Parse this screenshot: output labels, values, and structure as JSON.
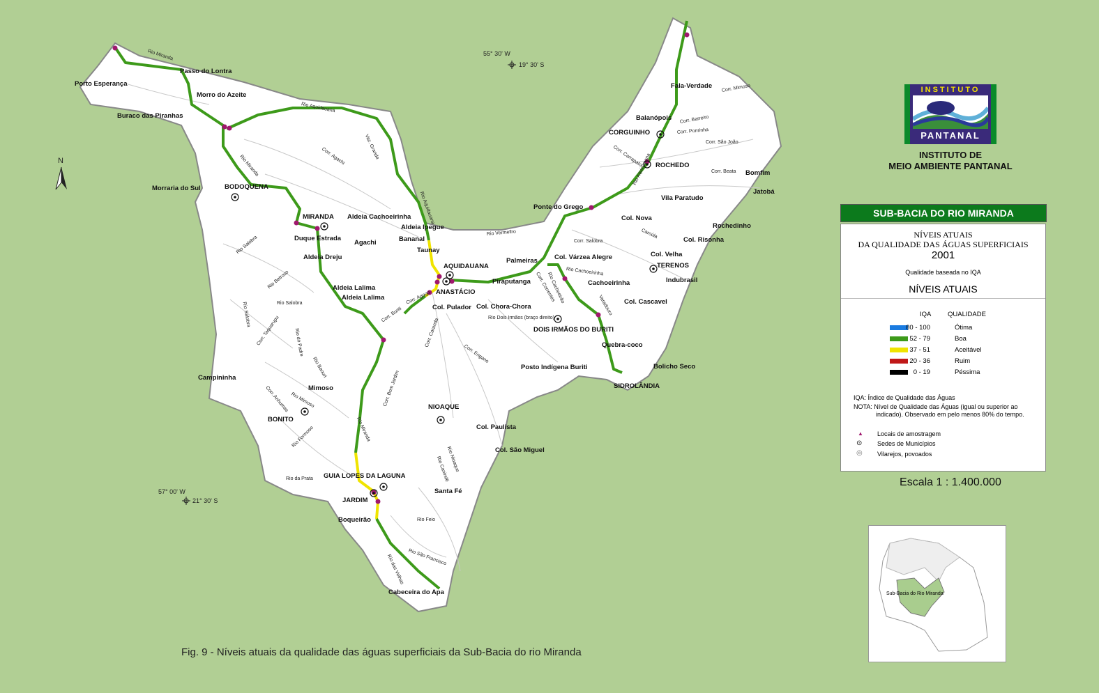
{
  "header": {
    "org_logo_top": "INSTITUTO",
    "org_logo_bottom": "PANTANAL",
    "org_name_line1": "INSTITUTO DE",
    "org_name_line2": "MEIO AMBIENTE PANTANAL"
  },
  "legend": {
    "title": "SUB-BACIA DO RIO MIRANDA",
    "subtitle_line1": "NÍVEIS ATUAIS",
    "subtitle_line2": "DA QUALIDADE DAS ÁGUAS SUPERFICIAIS",
    "year": "2001",
    "basis": "Qualidade baseada no IQA",
    "section": "NÍVEIS ATUAIS",
    "col_iqa": "IQA",
    "col_quality": "QUALIDADE",
    "classes": [
      {
        "range": "80 - 100",
        "label": "Ótima",
        "color": "#1a7be0"
      },
      {
        "range": "52 - 79",
        "label": "Boa",
        "color": "#3d9a1a"
      },
      {
        "range": "37 - 51",
        "label": "Aceitável",
        "color": "#f0e400"
      },
      {
        "range": "20 - 36",
        "label": "Ruim",
        "color": "#c01818"
      },
      {
        "range": "0 - 19",
        "label": "Péssima",
        "color": "#000000"
      }
    ],
    "iqa_note": "IQA: Índice de Qualidade das Águas",
    "nota_line1": "NOTA: Nível de Qualidade das Águas (igual ou superior ao",
    "nota_line2": "indicado). Observado em pelo menos 80% do tempo.",
    "symbols": [
      {
        "label": "Locais de amostragem"
      },
      {
        "label": "Sedes de Municípios"
      },
      {
        "label": "Vilarejos, povoados"
      }
    ]
  },
  "scale": "Escala 1 : 1.400.000",
  "inset_label": "Sub-Bacia do Rio Miranda",
  "caption": "Fig. 9 - Níveis atuais da qualidade das águas superficiais da Sub-Bacia do rio Miranda",
  "north": "N",
  "coords": {
    "lon1": "55° 30' W",
    "lat1": "19° 30' S",
    "lon2": "57° 00' W",
    "lat2": "21° 30' S"
  },
  "places": [
    "Passo do Lontra",
    "Porto Esperança",
    "Morro do Azeite",
    "Buraco das Piranhas",
    "Morraria do Sul",
    "BODOQUENA",
    "MIRANDA",
    "Duque Estrada",
    "Aldeia Cachoeirinha",
    "Aldeia Ipegue",
    "Agachi",
    "Bananal",
    "Taunay",
    "Aldeia Dreju",
    "AQUIDAUANA",
    "Aldeia Lalima",
    "Aldeia Lalima",
    "ANASTÁCIO",
    "Piraputanga",
    "Palmeiras",
    "Col. Pulador",
    "Col. Chora-Chora",
    "Col. Várzea Alegre",
    "Cachoeirinha",
    "Col. Cascavel",
    "DOIS IRMÃOS DO BURITI",
    "Quebra-coco",
    "Posto Indígena Buriti",
    "SIDROLÂNDIA",
    "Bolicho Seco",
    "Indubrasil",
    "TERENOS",
    "Col. Velha",
    "Col. Risonha",
    "Rochedinho",
    "Col. Nova",
    "Vila Paratudo",
    "Ponte do Grego",
    "ROCHEDO",
    "CORGUINHO",
    "Balanópois",
    "Fala-Verdade",
    "Bomfim",
    "Jatobá",
    "Campininha",
    "Mimoso",
    "BONITO",
    "NIOAQUE",
    "Col. Paulista",
    "Col. São Miguel",
    "GUIA LOPES DA LAGUNA",
    "JARDIM",
    "Santa Fé",
    "Boqueirão",
    "Cabeceira do Apa"
  ],
  "rivers": [
    "Rio Miranda",
    "Rio Aquidauana",
    "Corr. Agachi",
    "Vaz. Grande",
    "Rio Miranda",
    "Rio Aquidauana",
    "Rio Vermelho",
    "Rio Salobra",
    "Rio Betroso",
    "Rio Salobra",
    "Rio Salobra",
    "Corr. Taquarupu",
    "Rio do Padre",
    "Rio Baouri",
    "Rio Mimoso",
    "Corr. Anhumas",
    "Rio Formoso",
    "Corr. Bom Jardim",
    "Rio Miranda",
    "Corr. Agogo",
    "Corr. Buriti",
    "Corr. Caranda",
    "Corr. Engano",
    "Rio Dois Irmãos (braço direito)",
    "Corr. Correntes",
    "Rio Cachoeirão",
    "Rio Cachoeirinha",
    "Varadouro",
    "Corr. Salobra",
    "Caroúla",
    "Rio Aquidauana",
    "Corr. Carrapato",
    "Corr. Barreiro",
    "Corr. Ponrinha",
    "Corr. São João",
    "Corr. Beata",
    "Corr. Mimoso",
    "Rio da Prata",
    "Rio Nioaque",
    "Rio Canindé",
    "Rio Feio",
    "Rio São Francisco",
    "Rio das Velhas"
  ]
}
